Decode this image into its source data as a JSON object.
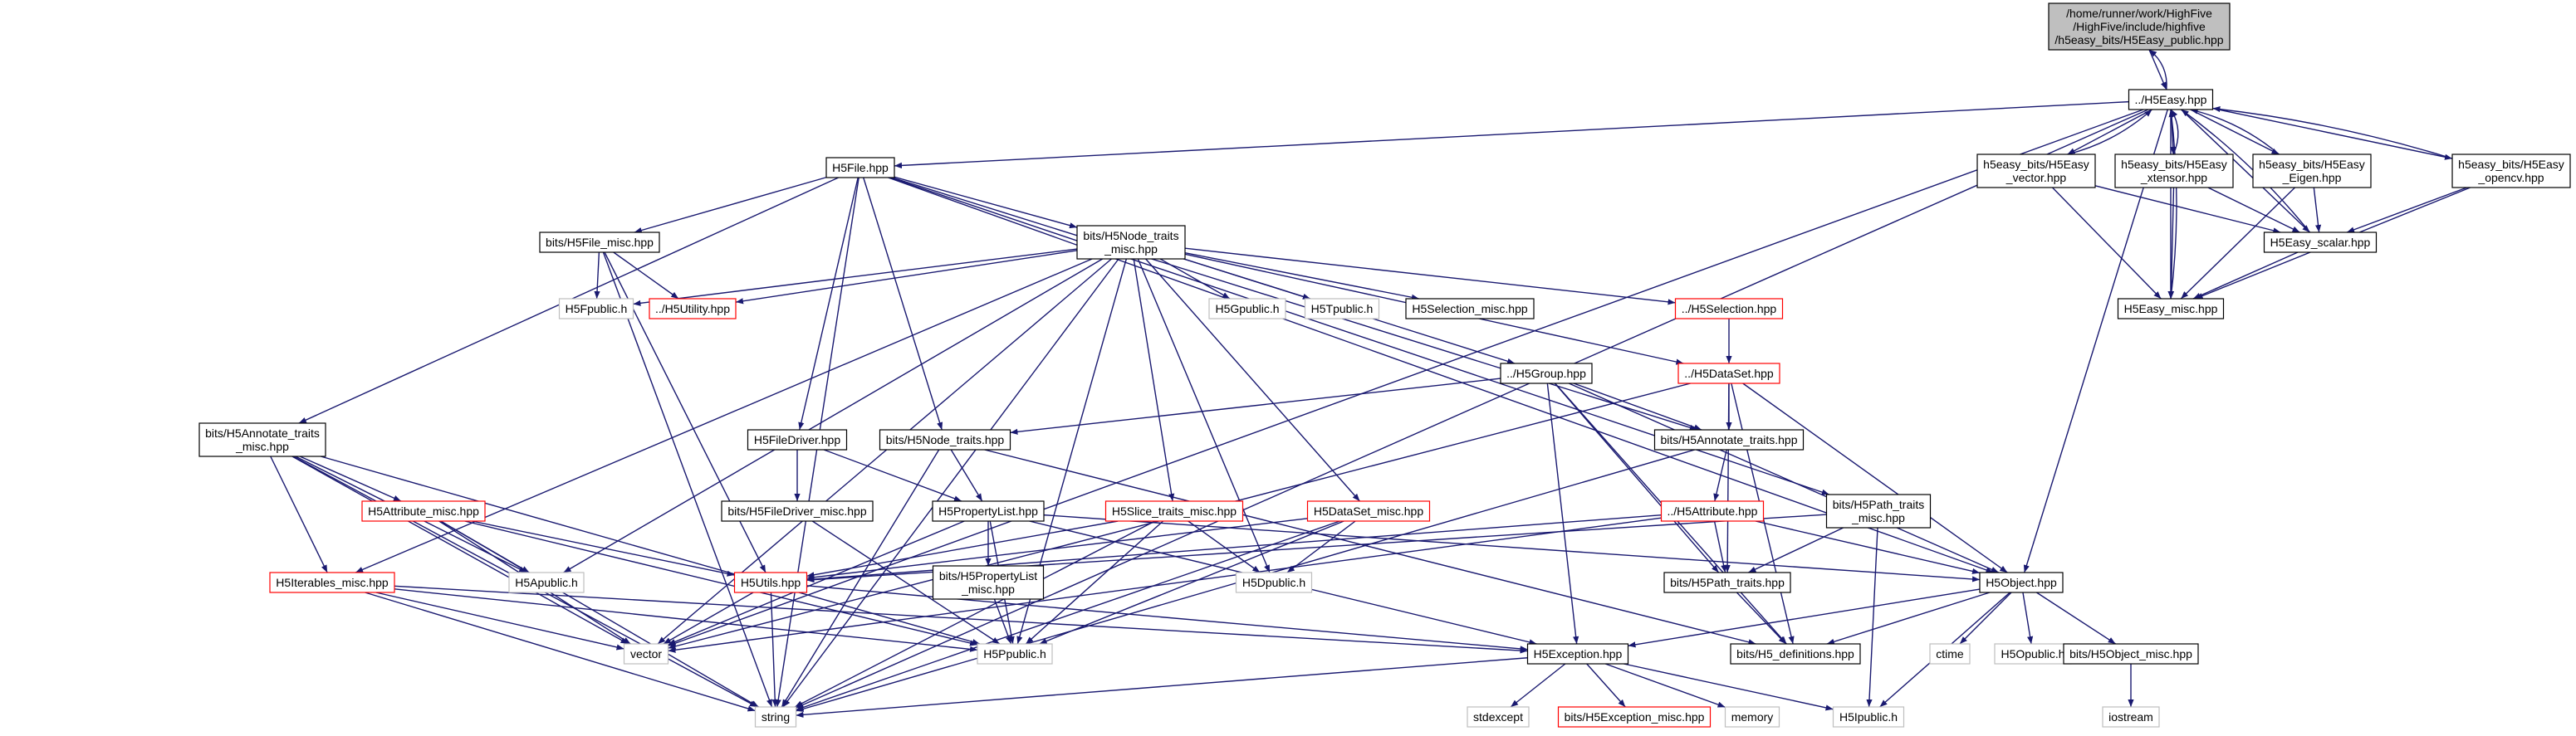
{
  "graph": {
    "nodes": [
      {
        "id": "root",
        "label": [
          "/home/runner/work/HighFive",
          "/HighFive/include/highfive",
          "/h5easy_bits/H5Easy_public.hpp"
        ],
        "style": "root"
      },
      {
        "id": "h5easy",
        "label": [
          "../H5Easy.hpp"
        ],
        "style": "normal"
      },
      {
        "id": "h5easy_vector",
        "label": [
          "h5easy_bits/H5Easy",
          "_vector.hpp"
        ],
        "style": "normal"
      },
      {
        "id": "h5easy_xtensor",
        "label": [
          "h5easy_bits/H5Easy",
          "_xtensor.hpp"
        ],
        "style": "normal"
      },
      {
        "id": "h5easy_eigen",
        "label": [
          "h5easy_bits/H5Easy",
          "_Eigen.hpp"
        ],
        "style": "normal"
      },
      {
        "id": "h5easy_opencv",
        "label": [
          "h5easy_bits/H5Easy",
          "_opencv.hpp"
        ],
        "style": "normal"
      },
      {
        "id": "h5easy_scalar",
        "label": [
          "H5Easy_scalar.hpp"
        ],
        "style": "normal"
      },
      {
        "id": "h5easy_misc",
        "label": [
          "H5Easy_misc.hpp"
        ],
        "style": "normal"
      },
      {
        "id": "h5file",
        "label": [
          "H5File.hpp"
        ],
        "style": "normal"
      },
      {
        "id": "h5file_misc",
        "label": [
          "bits/H5File_misc.hpp"
        ],
        "style": "normal"
      },
      {
        "id": "h5node_traits_misc",
        "label": [
          "bits/H5Node_traits",
          "_misc.hpp"
        ],
        "style": "normal"
      },
      {
        "id": "h5fpublic",
        "label": [
          "H5Fpublic.h"
        ],
        "style": "grey"
      },
      {
        "id": "h5utility",
        "label": [
          "../H5Utility.hpp"
        ],
        "style": "red"
      },
      {
        "id": "h5gpublic",
        "label": [
          "H5Gpublic.h"
        ],
        "style": "grey"
      },
      {
        "id": "h5tpublic",
        "label": [
          "H5Tpublic.h"
        ],
        "style": "grey"
      },
      {
        "id": "h5selection_misc",
        "label": [
          "H5Selection_misc.hpp"
        ],
        "style": "normal"
      },
      {
        "id": "h5selection",
        "label": [
          "../H5Selection.hpp"
        ],
        "style": "red"
      },
      {
        "id": "h5group",
        "label": [
          "../H5Group.hpp"
        ],
        "style": "normal"
      },
      {
        "id": "h5dataset",
        "label": [
          "../H5DataSet.hpp"
        ],
        "style": "red"
      },
      {
        "id": "h5annotate_traits",
        "label": [
          "bits/H5Annotate_traits.hpp"
        ],
        "style": "normal"
      },
      {
        "id": "h5annotate_traits_misc",
        "label": [
          "bits/H5Annotate_traits",
          "_misc.hpp"
        ],
        "style": "normal"
      },
      {
        "id": "h5filedriver",
        "label": [
          "H5FileDriver.hpp"
        ],
        "style": "normal"
      },
      {
        "id": "h5node_traits",
        "label": [
          "bits/H5Node_traits.hpp"
        ],
        "style": "normal"
      },
      {
        "id": "h5filedriver_misc",
        "label": [
          "bits/H5FileDriver_misc.hpp"
        ],
        "style": "normal"
      },
      {
        "id": "h5attribute_misc",
        "label": [
          "H5Attribute_misc.hpp"
        ],
        "style": "red"
      },
      {
        "id": "h5propertylist",
        "label": [
          "H5PropertyList.hpp"
        ],
        "style": "normal"
      },
      {
        "id": "h5slice_traits_misc",
        "label": [
          "H5Slice_traits_misc.hpp"
        ],
        "style": "red"
      },
      {
        "id": "h5dataset_misc",
        "label": [
          "H5DataSet_misc.hpp"
        ],
        "style": "red"
      },
      {
        "id": "h5attribute",
        "label": [
          "../H5Attribute.hpp"
        ],
        "style": "red"
      },
      {
        "id": "h5path_traits_misc",
        "label": [
          "bits/H5Path_traits",
          "_misc.hpp"
        ],
        "style": "normal"
      },
      {
        "id": "h5iterables_misc",
        "label": [
          "H5Iterables_misc.hpp"
        ],
        "style": "red"
      },
      {
        "id": "h5apublic",
        "label": [
          "H5Apublic.h"
        ],
        "style": "grey"
      },
      {
        "id": "h5utils",
        "label": [
          "H5Utils.hpp"
        ],
        "style": "red"
      },
      {
        "id": "h5propertylist_misc",
        "label": [
          "bits/H5PropertyList",
          "_misc.hpp"
        ],
        "style": "normal"
      },
      {
        "id": "h5dpublic",
        "label": [
          "H5Dpublic.h"
        ],
        "style": "grey"
      },
      {
        "id": "h5path_traits",
        "label": [
          "bits/H5Path_traits.hpp"
        ],
        "style": "normal"
      },
      {
        "id": "h5object",
        "label": [
          "H5Object.hpp"
        ],
        "style": "normal"
      },
      {
        "id": "vector",
        "label": [
          "vector"
        ],
        "style": "grey"
      },
      {
        "id": "h5ppublic",
        "label": [
          "H5Ppublic.h"
        ],
        "style": "grey"
      },
      {
        "id": "h5exception",
        "label": [
          "H5Exception.hpp"
        ],
        "style": "normal"
      },
      {
        "id": "h5_definitions",
        "label": [
          "bits/H5_definitions.hpp"
        ],
        "style": "normal"
      },
      {
        "id": "ctime",
        "label": [
          "ctime"
        ],
        "style": "grey"
      },
      {
        "id": "h5opublic",
        "label": [
          "H5Opublic.h"
        ],
        "style": "grey"
      },
      {
        "id": "h5object_misc",
        "label": [
          "bits/H5Object_misc.hpp"
        ],
        "style": "normal"
      },
      {
        "id": "string",
        "label": [
          "string"
        ],
        "style": "grey"
      },
      {
        "id": "stdexcept",
        "label": [
          "stdexcept"
        ],
        "style": "grey"
      },
      {
        "id": "h5exception_misc",
        "label": [
          "bits/H5Exception_misc.hpp"
        ],
        "style": "red"
      },
      {
        "id": "memory",
        "label": [
          "memory"
        ],
        "style": "grey"
      },
      {
        "id": "h5ipublic",
        "label": [
          "H5Ipublic.h"
        ],
        "style": "grey"
      },
      {
        "id": "iostream",
        "label": [
          "iostream"
        ],
        "style": "grey"
      }
    ],
    "edges": [
      [
        "root",
        "h5easy"
      ],
      [
        "h5easy",
        "root"
      ],
      [
        "h5easy",
        "h5easy_vector"
      ],
      [
        "h5easy",
        "h5easy_xtensor"
      ],
      [
        "h5easy",
        "h5easy_eigen"
      ],
      [
        "h5easy",
        "h5easy_opencv"
      ],
      [
        "h5easy",
        "h5easy_scalar"
      ],
      [
        "h5easy",
        "h5easy_misc"
      ],
      [
        "h5easy",
        "h5file"
      ],
      [
        "h5easy",
        "h5object"
      ],
      [
        "h5easy",
        "vector"
      ],
      [
        "h5easy",
        "string"
      ],
      [
        "h5easy_vector",
        "h5easy"
      ],
      [
        "h5easy_vector",
        "h5easy_scalar"
      ],
      [
        "h5easy_vector",
        "h5easy_misc"
      ],
      [
        "h5easy_xtensor",
        "h5easy"
      ],
      [
        "h5easy_xtensor",
        "h5easy_scalar"
      ],
      [
        "h5easy_xtensor",
        "h5easy_misc"
      ],
      [
        "h5easy_eigen",
        "h5easy"
      ],
      [
        "h5easy_eigen",
        "h5easy_scalar"
      ],
      [
        "h5easy_eigen",
        "h5easy_misc"
      ],
      [
        "h5easy_opencv",
        "h5easy"
      ],
      [
        "h5easy_opencv",
        "h5easy_scalar"
      ],
      [
        "h5easy_opencv",
        "h5easy_misc"
      ],
      [
        "h5easy_scalar",
        "h5easy"
      ],
      [
        "h5easy_scalar",
        "h5easy_misc"
      ],
      [
        "h5easy_misc",
        "h5easy"
      ],
      [
        "h5file",
        "h5file_misc"
      ],
      [
        "h5file",
        "h5node_traits_misc"
      ],
      [
        "h5file",
        "h5annotate_traits_misc"
      ],
      [
        "h5file",
        "h5filedriver"
      ],
      [
        "h5file",
        "h5node_traits"
      ],
      [
        "h5file",
        "h5annotate_traits"
      ],
      [
        "h5file",
        "h5path_traits_misc"
      ],
      [
        "h5file",
        "h5object"
      ],
      [
        "h5file",
        "string"
      ],
      [
        "h5file_misc",
        "h5fpublic"
      ],
      [
        "h5file_misc",
        "h5utility"
      ],
      [
        "h5file_misc",
        "h5utils"
      ],
      [
        "h5file_misc",
        "string"
      ],
      [
        "h5node_traits_misc",
        "h5fpublic"
      ],
      [
        "h5node_traits_misc",
        "h5utility"
      ],
      [
        "h5node_traits_misc",
        "h5gpublic"
      ],
      [
        "h5node_traits_misc",
        "h5tpublic"
      ],
      [
        "h5node_traits_misc",
        "h5selection_misc"
      ],
      [
        "h5node_traits_misc",
        "h5selection"
      ],
      [
        "h5node_traits_misc",
        "h5dataset"
      ],
      [
        "h5node_traits_misc",
        "h5group"
      ],
      [
        "h5node_traits_misc",
        "h5slice_traits_misc"
      ],
      [
        "h5node_traits_misc",
        "h5dataset_misc"
      ],
      [
        "h5node_traits_misc",
        "h5iterables_misc"
      ],
      [
        "h5node_traits_misc",
        "h5apublic"
      ],
      [
        "h5node_traits_misc",
        "h5dpublic"
      ],
      [
        "h5node_traits_misc",
        "h5ppublic"
      ],
      [
        "h5node_traits_misc",
        "vector"
      ],
      [
        "h5node_traits_misc",
        "string"
      ],
      [
        "h5selection",
        "h5dataset"
      ],
      [
        "h5dataset",
        "h5annotate_traits"
      ],
      [
        "h5dataset",
        "h5path_traits"
      ],
      [
        "h5dataset",
        "h5object"
      ],
      [
        "h5dataset",
        "h5_definitions"
      ],
      [
        "h5dataset",
        "vector"
      ],
      [
        "h5group",
        "h5node_traits"
      ],
      [
        "h5group",
        "h5annotate_traits"
      ],
      [
        "h5group",
        "h5path_traits"
      ],
      [
        "h5group",
        "h5object"
      ],
      [
        "h5group",
        "h5_definitions"
      ],
      [
        "h5group",
        "h5exception"
      ],
      [
        "h5annotate_traits",
        "h5attribute"
      ],
      [
        "h5annotate_traits",
        "string"
      ],
      [
        "h5attribute",
        "h5path_traits"
      ],
      [
        "h5attribute",
        "h5object"
      ],
      [
        "h5attribute",
        "h5utils"
      ],
      [
        "h5attribute",
        "vector"
      ],
      [
        "h5annotate_traits_misc",
        "h5attribute_misc"
      ],
      [
        "h5annotate_traits_misc",
        "h5iterables_misc"
      ],
      [
        "h5annotate_traits_misc",
        "h5apublic"
      ],
      [
        "h5annotate_traits_misc",
        "h5ppublic"
      ],
      [
        "h5annotate_traits_misc",
        "vector"
      ],
      [
        "h5annotate_traits_misc",
        "string"
      ],
      [
        "h5attribute_misc",
        "h5apublic"
      ],
      [
        "h5attribute_misc",
        "h5utils"
      ],
      [
        "h5attribute_misc",
        "h5ppublic"
      ],
      [
        "h5attribute_misc",
        "vector"
      ],
      [
        "h5attribute_misc",
        "string"
      ],
      [
        "h5filedriver",
        "h5filedriver_misc"
      ],
      [
        "h5filedriver",
        "h5propertylist"
      ],
      [
        "h5filedriver_misc",
        "h5ppublic"
      ],
      [
        "h5node_traits",
        "h5propertylist"
      ],
      [
        "h5node_traits",
        "h5_definitions"
      ],
      [
        "h5node_traits",
        "string"
      ],
      [
        "h5propertylist",
        "h5propertylist_misc"
      ],
      [
        "h5propertylist",
        "h5ppublic"
      ],
      [
        "h5propertylist",
        "h5exception"
      ],
      [
        "h5propertylist",
        "h5object"
      ],
      [
        "h5propertylist",
        "vector"
      ],
      [
        "h5propertylist_misc",
        "h5ppublic"
      ],
      [
        "h5slice_traits_misc",
        "h5dpublic"
      ],
      [
        "h5slice_traits_misc",
        "h5utils"
      ],
      [
        "h5slice_traits_misc",
        "h5ppublic"
      ],
      [
        "h5slice_traits_misc",
        "string"
      ],
      [
        "h5dataset_misc",
        "h5dpublic"
      ],
      [
        "h5dataset_misc",
        "h5utils"
      ],
      [
        "h5dataset_misc",
        "h5ppublic"
      ],
      [
        "h5dataset_misc",
        "string"
      ],
      [
        "h5path_traits_misc",
        "h5path_traits"
      ],
      [
        "h5path_traits_misc",
        "h5utils"
      ],
      [
        "h5path_traits_misc",
        "h5ipublic"
      ],
      [
        "h5iterables_misc",
        "h5ppublic"
      ],
      [
        "h5iterables_misc",
        "vector"
      ],
      [
        "h5iterables_misc",
        "string"
      ],
      [
        "h5iterables_misc",
        "h5exception"
      ],
      [
        "h5utils",
        "vector"
      ],
      [
        "h5utils",
        "string"
      ],
      [
        "h5utils",
        "h5exception"
      ],
      [
        "h5path_traits",
        "h5_definitions"
      ],
      [
        "h5object",
        "h5exception"
      ],
      [
        "h5object",
        "h5_definitions"
      ],
      [
        "h5object",
        "ctime"
      ],
      [
        "h5object",
        "h5opublic"
      ],
      [
        "h5object",
        "h5object_misc"
      ],
      [
        "h5object",
        "h5ipublic"
      ],
      [
        "h5object_misc",
        "iostream"
      ],
      [
        "h5exception",
        "string"
      ],
      [
        "h5exception",
        "stdexcept"
      ],
      [
        "h5exception",
        "h5exception_misc"
      ],
      [
        "h5exception",
        "memory"
      ],
      [
        "h5exception",
        "h5ipublic"
      ]
    ]
  }
}
